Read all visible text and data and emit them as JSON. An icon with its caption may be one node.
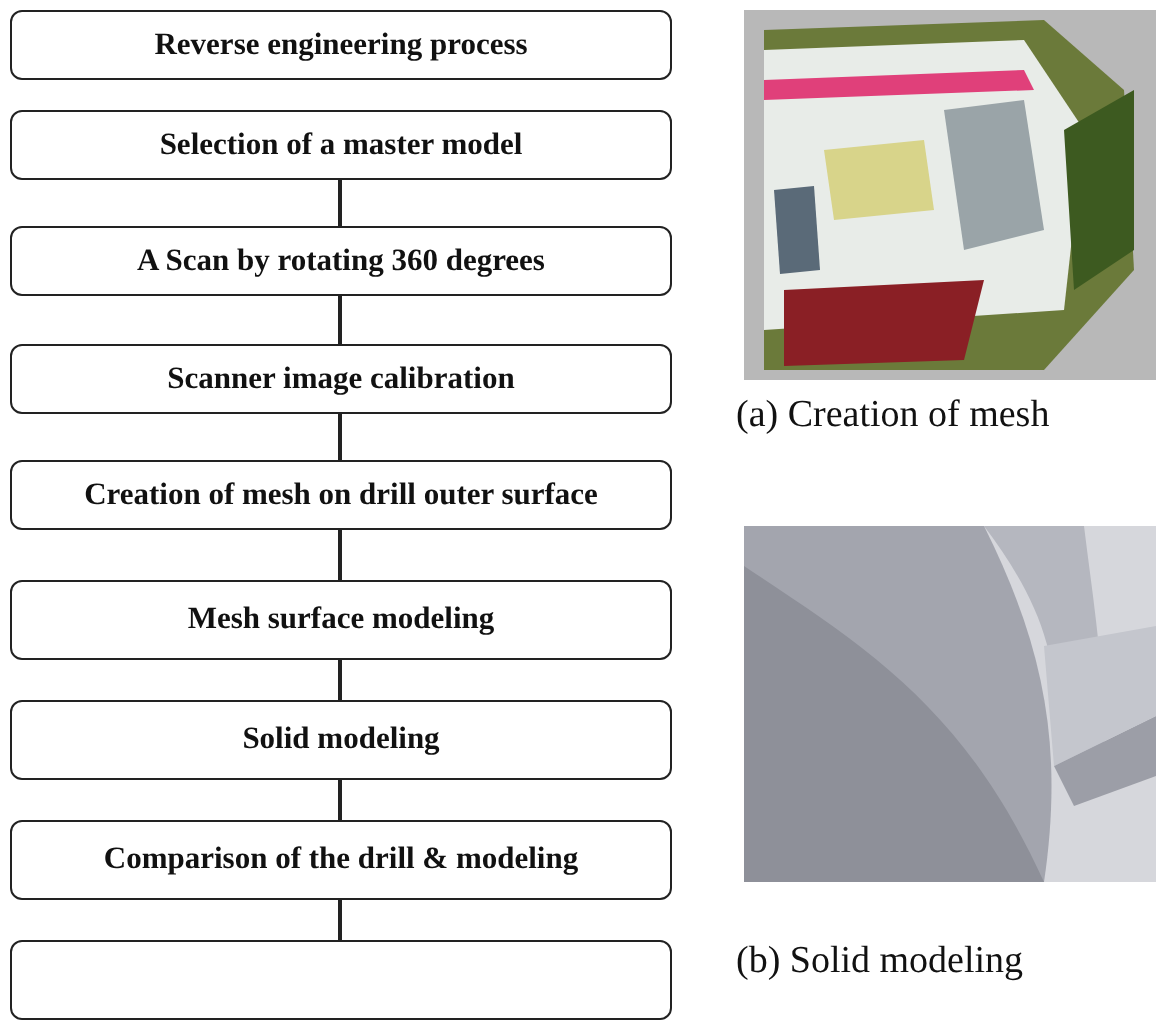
{
  "diagram": {
    "nodes": [
      {
        "text": [
          "Reverse engineering process"
        ]
      },
      {
        "text": [
          "Selection of a master model"
        ]
      },
      {
        "text": [
          "A Scan by rotating 360 degrees"
        ]
      },
      {
        "text": [
          "Scanner image calibration"
        ]
      },
      {
        "text": [
          "Creation of mesh on drill outer surface"
        ]
      },
      {
        "text": [
          "Mesh surface modeling"
        ]
      },
      {
        "text": [
          "Solid modeling"
        ]
      },
      {
        "text": [
          "Comparison of the drill & modeling"
        ]
      },
      {
        "text": [],
        "shape": "box"
      }
    ],
    "edges": [
      {
        "from": 1,
        "to": 2,
        "arrow": "none"
      },
      {
        "from": 2,
        "to": 3,
        "arrow": "none"
      },
      {
        "from": 3,
        "to": 4,
        "arrow": "none"
      },
      {
        "from": 4,
        "to": 5,
        "arrow": "none"
      },
      {
        "from": 5,
        "to": 6,
        "arrow": "none"
      },
      {
        "from": 6,
        "to": 7,
        "arrow": "none"
      },
      {
        "from": 7,
        "to": 8,
        "arrow": "none"
      }
    ],
    "labels": [
      "(a) Creation of mesh",
      "(b) Solid modeling"
    ]
  }
}
